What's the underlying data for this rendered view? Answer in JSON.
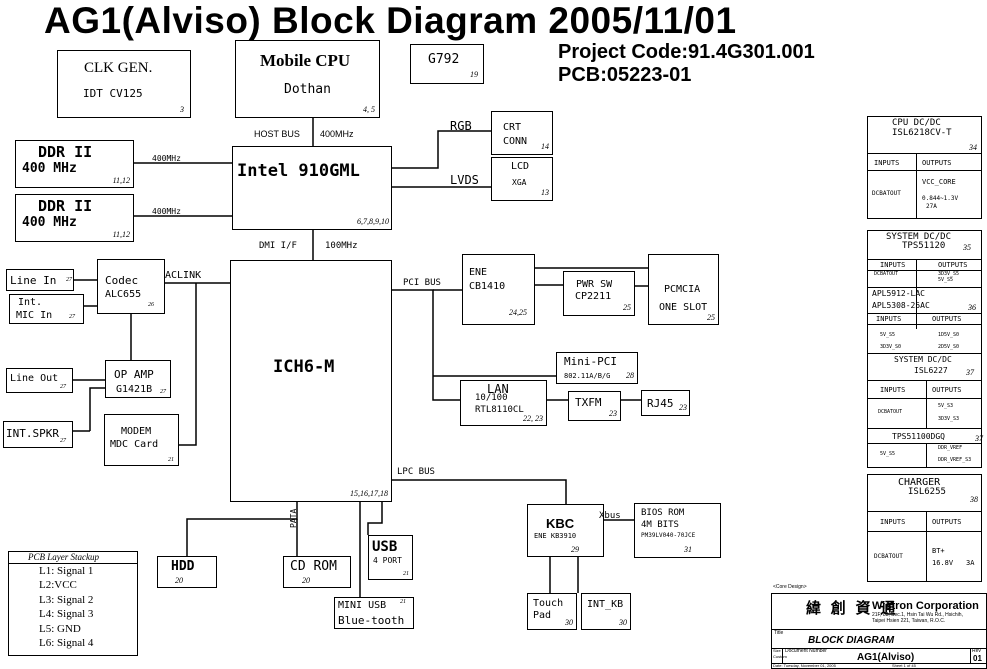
{
  "title": "AG1(Alviso)  Block Diagram 2005/11/01",
  "project_code": "Project Code:91.4G301.001",
  "pcb": "PCB:05223-01",
  "clk": {
    "name": "CLK GEN.",
    "part": "IDT CV125",
    "page": "3"
  },
  "cpu": {
    "name": "Mobile CPU",
    "part": "Dothan",
    "page": "4, 5"
  },
  "g792": {
    "name": "G792",
    "page": "19"
  },
  "host_bus": "HOST BUS",
  "host_speed": "400MHz",
  "gmch": {
    "name": "Intel 910GML",
    "page": "6,7,8,9,10"
  },
  "ddr1": {
    "name": "DDR II",
    "speed": "400 MHz",
    "page": "11,12",
    "bus": "400MHz"
  },
  "ddr2": {
    "name": "DDR II",
    "speed": "400 MHz",
    "page": "11,12",
    "bus": "400MHz"
  },
  "rgb": "RGB",
  "lvds": "LVDS",
  "crt": {
    "name": "CRT",
    "sub": "CONN",
    "page": "14"
  },
  "lcd": {
    "name": "LCD",
    "sub": "XGA",
    "page": "13"
  },
  "dmi": "DMI I/F",
  "dmi_speed": "100MHz",
  "ich": {
    "name": "ICH6-M",
    "page": "15,16,17,18"
  },
  "line_in": {
    "name": "Line In",
    "page": "27"
  },
  "mic_in": {
    "line1": "Int.",
    "line2": "MIC In",
    "page": "27"
  },
  "codec": {
    "name": "Codec",
    "part": "ALC655",
    "page": "26"
  },
  "aclink": "ACLINK",
  "line_out": {
    "name": "Line Out",
    "page": "27"
  },
  "opamp": {
    "name": "OP AMP",
    "part": "G1421B",
    "page": "27"
  },
  "spkr": {
    "name": "INT.SPKR",
    "page": "27"
  },
  "modem": {
    "name": "MODEM",
    "part": "MDC Card",
    "page": "21"
  },
  "pci_bus": "PCI BUS",
  "cardbus": {
    "name": "ENE",
    "part": "CB1410",
    "page": "24,25"
  },
  "pwrsw": {
    "name": "PWR SW",
    "part": "CP2211",
    "page": "25"
  },
  "pcmcia": {
    "name": "PCMCIA",
    "part": "ONE SLOT",
    "page": "25"
  },
  "minipci": {
    "name": "Mini-PCI",
    "part": "802.11A/B/G",
    "page": "28"
  },
  "lan": {
    "name": "LAN",
    "speed": "10/100",
    "part": "RTL8110CL",
    "page": "22, 23"
  },
  "txfm": {
    "name": "TXFM",
    "page": "23"
  },
  "rj45": {
    "name": "RJ45",
    "page": "23"
  },
  "lpc_bus": "LPC BUS",
  "pata": "PATA",
  "kbc": {
    "name": "KBC",
    "part": "ENE KB3910",
    "page": "29"
  },
  "xbus": "Xbus",
  "bios": {
    "name": "BIOS ROM",
    "size": "4M BITS",
    "part": "PM39LV040-70JCE",
    "page": "31"
  },
  "hdd": {
    "name": "HDD",
    "page": "20"
  },
  "cdrom": {
    "name": "CD ROM",
    "page": "20"
  },
  "usb": {
    "name": "USB",
    "port": "4 PORT",
    "page": "21"
  },
  "miniusb": {
    "name": "MINI USB",
    "page": "21",
    "bt": "Blue-tooth"
  },
  "touchpad": {
    "line1": "Touch",
    "line2": "Pad",
    "page": "30"
  },
  "intkb": {
    "name": "INT_KB",
    "page": "30"
  },
  "stackup": {
    "title": "PCB Layer Stackup",
    "layers": [
      "L1: Signal 1",
      "L2:VCC",
      "L3: Signal 2",
      "L4: Signal 3",
      "L5: GND",
      "L6: Signal 4"
    ]
  },
  "power": {
    "cpu_dcdc": {
      "title": "CPU DC/DC",
      "part": "ISL6218CV-T",
      "page": "34",
      "inputs": "INPUTS",
      "outputs": "OUTPUTS",
      "in": "DCBATOUT",
      "out1": "VCC_CORE",
      "out2": "0.844~1.3V",
      "out3": "27A"
    },
    "sys_dcdc1": {
      "title": "SYSTEM DC/DC",
      "part": "TPS51120",
      "page": "35",
      "inputs": "INPUTS",
      "outputs": "OUTPUTS",
      "in": "DCBATOUT",
      "out1": "3D3V_S5",
      "out2": "5V_S5"
    },
    "apl": {
      "title": "APL5912-LAC",
      "part": "APL5308-25AC",
      "page": "36",
      "inputs": "INPUTS",
      "outputs": "OUTPUTS",
      "in1": "5V_S5",
      "in2": "3D3V_S0",
      "out1": "1D5V_S0",
      "out2": "2D5V_S0"
    },
    "sys_dcdc2": {
      "title": "SYSTEM DC/DC",
      "part": "ISL6227",
      "page": "37",
      "inputs": "INPUTS",
      "outputs": "OUTPUTS",
      "in": "DCBATOUT",
      "out1": "5V_S3",
      "out2": "3D3V_S3"
    },
    "tps": {
      "title": "TPS51100DGQ",
      "page": "37",
      "in": "5V_S5",
      "out1": "DDR_VREF",
      "out2": "DDR_VREF_S3"
    },
    "charger": {
      "title": "CHARGER",
      "part": "ISL6255",
      "page": "38",
      "inputs": "INPUTS",
      "outputs": "OUTPUTS",
      "in": "DCBATOUT",
      "out1": "BT+",
      "out2": "16.8V",
      "out3": "3A"
    }
  },
  "titleblock": {
    "core_design": "<Core Design>",
    "chinese": "緯 創 資 通",
    "company": "Wistron Corporation",
    "addr1": "21F, 88, Sec.1, Hsin Tai Wu Rd., Hsichih,",
    "addr2": "Taipei Hsien 221, Taiwan, R.O.C.",
    "title_label": "Title",
    "title": "BLOCK DIAGRAM",
    "size_label": "Size",
    "size": "Custom",
    "docnum_label": "Document Number",
    "docnum": "AG1(Alviso)",
    "rev_label": "Rev",
    "rev": "01",
    "date": "Date: Tuesday, November 01, 2005",
    "sheet": "Sheet 1 of 45"
  }
}
